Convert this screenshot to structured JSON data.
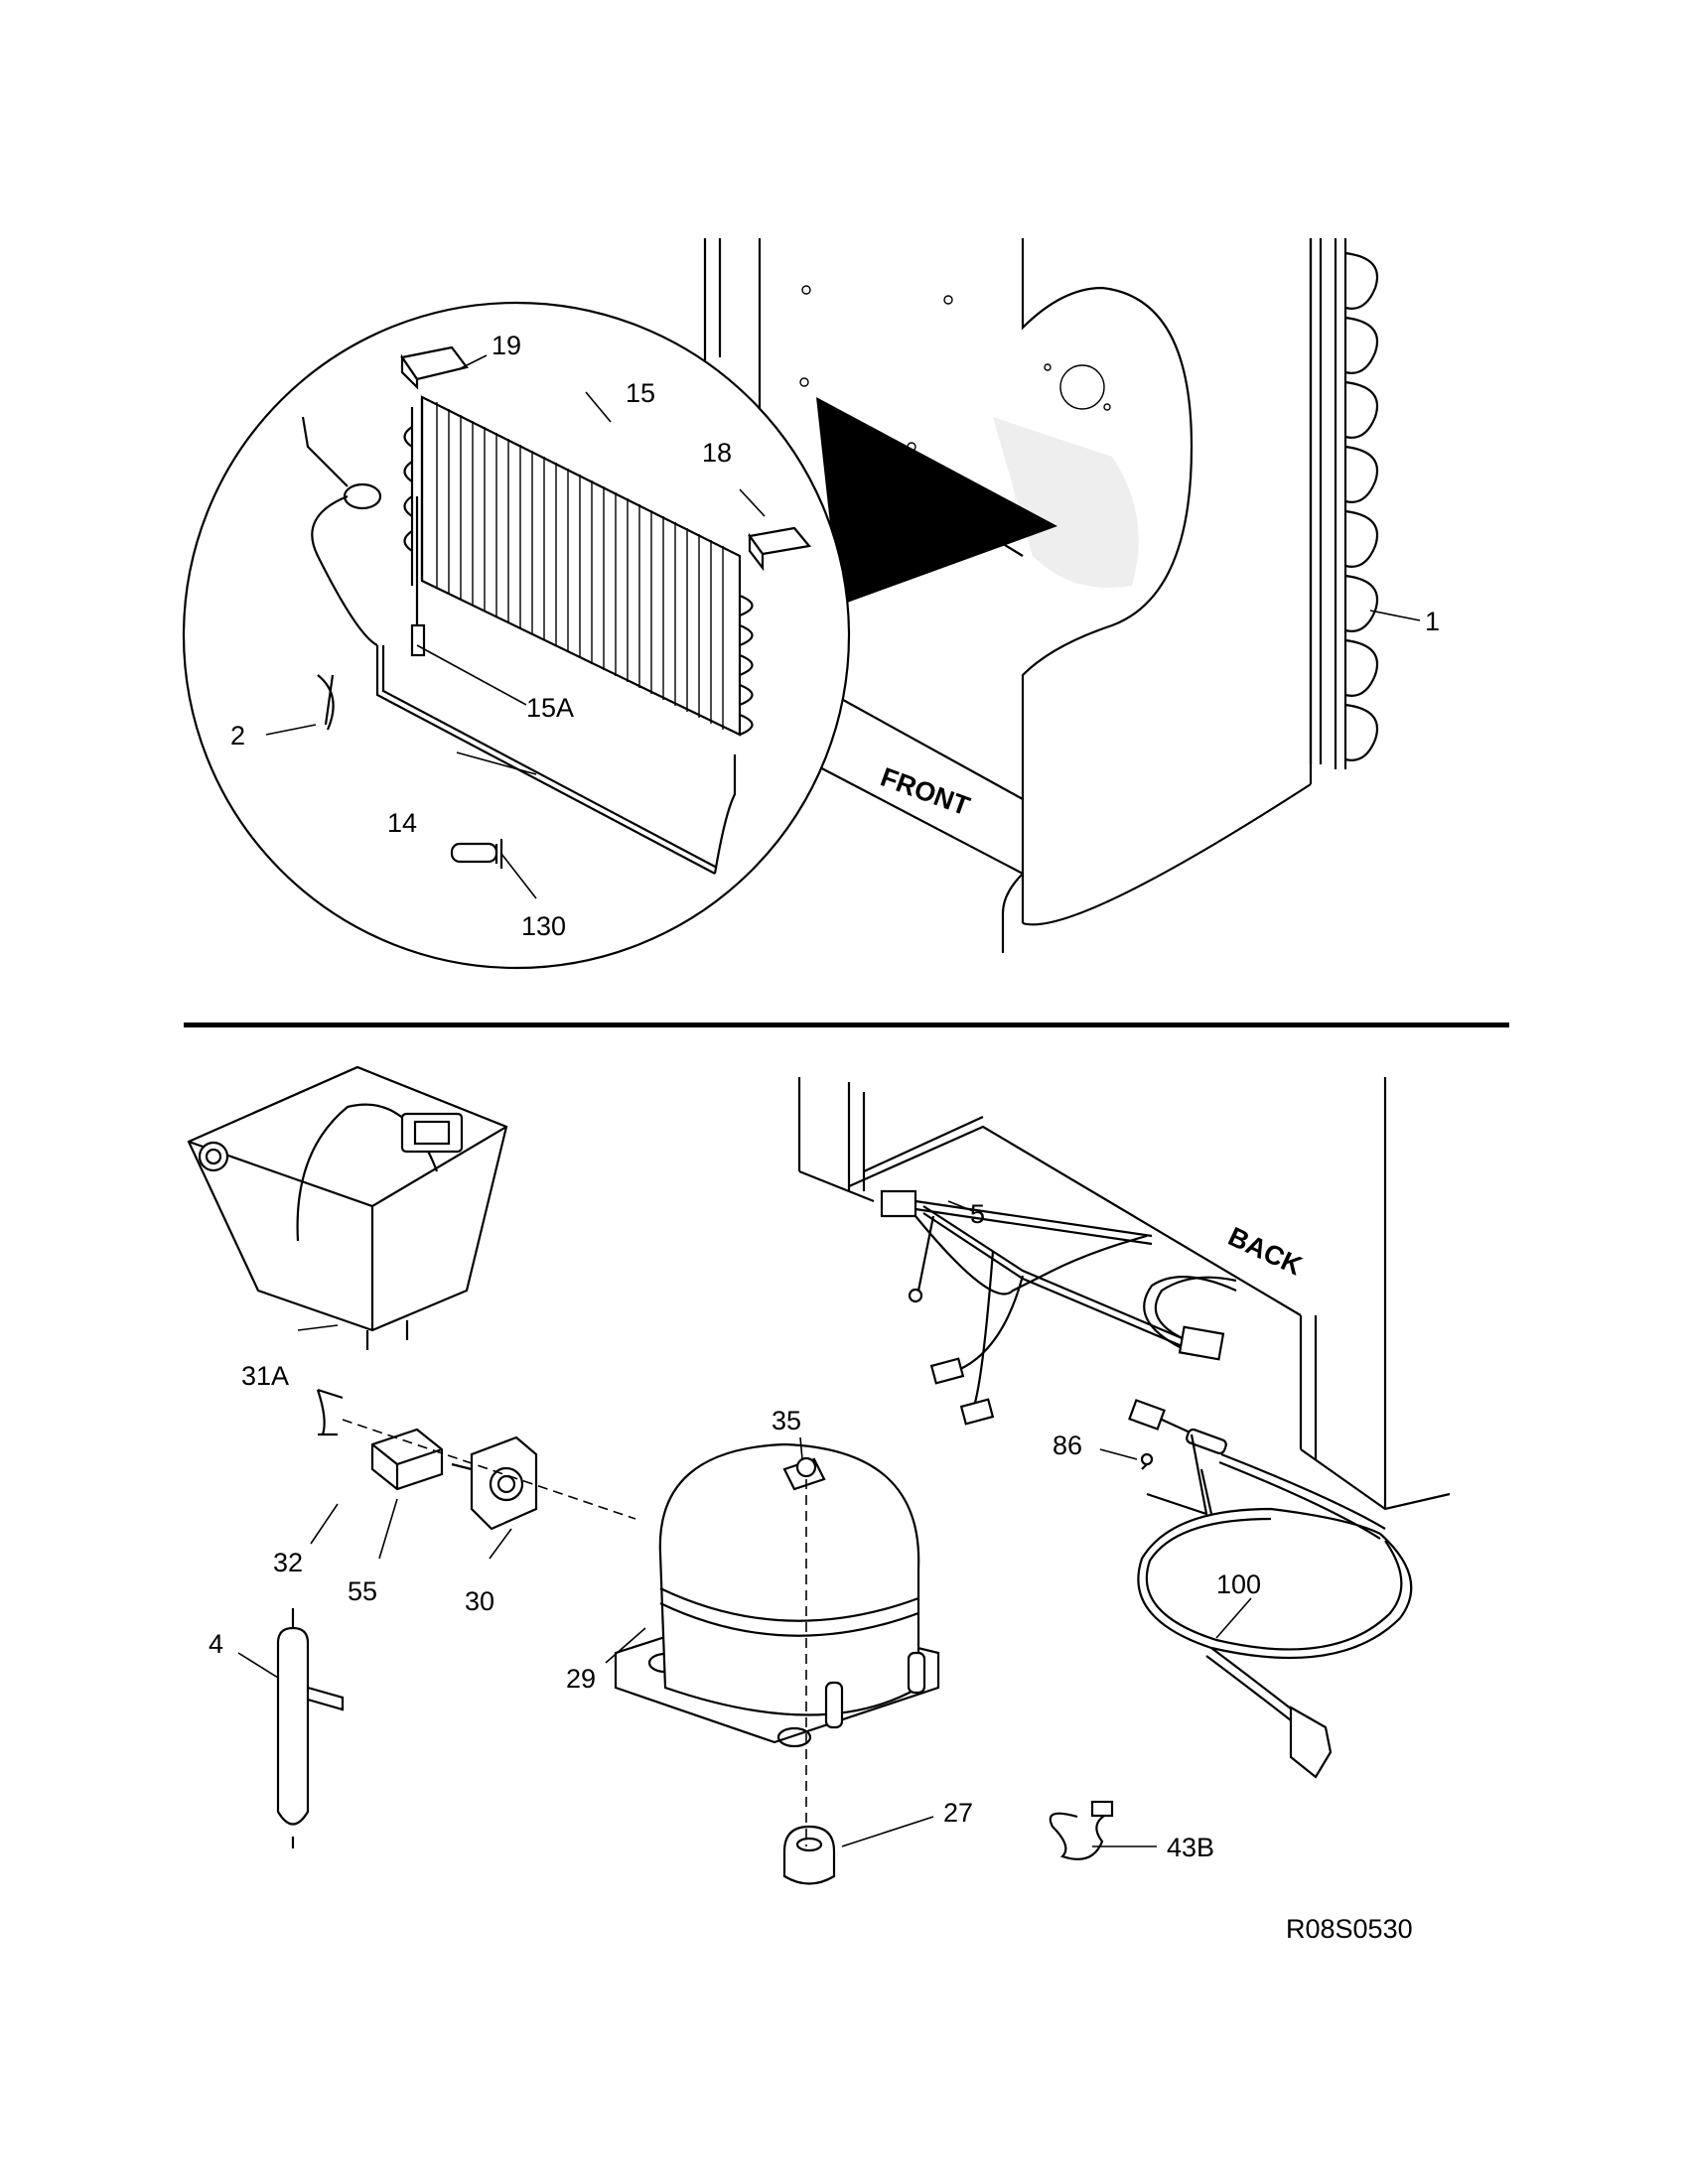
{
  "diagram": {
    "drawing_id": "R08S0530",
    "words": {
      "front": "FRONT",
      "back": "BACK"
    },
    "callouts": {
      "c19": "19",
      "c15": "15",
      "c18": "18",
      "c15a": "15A",
      "c2": "2",
      "c14": "14",
      "c130": "130",
      "c1": "1",
      "c31a": "31A",
      "c32": "32",
      "c55": "55",
      "c30": "30",
      "c35": "35",
      "c29": "29",
      "c27": "27",
      "c4": "4",
      "c5": "5",
      "c86": "86",
      "c100": "100",
      "c43b": "43B"
    }
  }
}
